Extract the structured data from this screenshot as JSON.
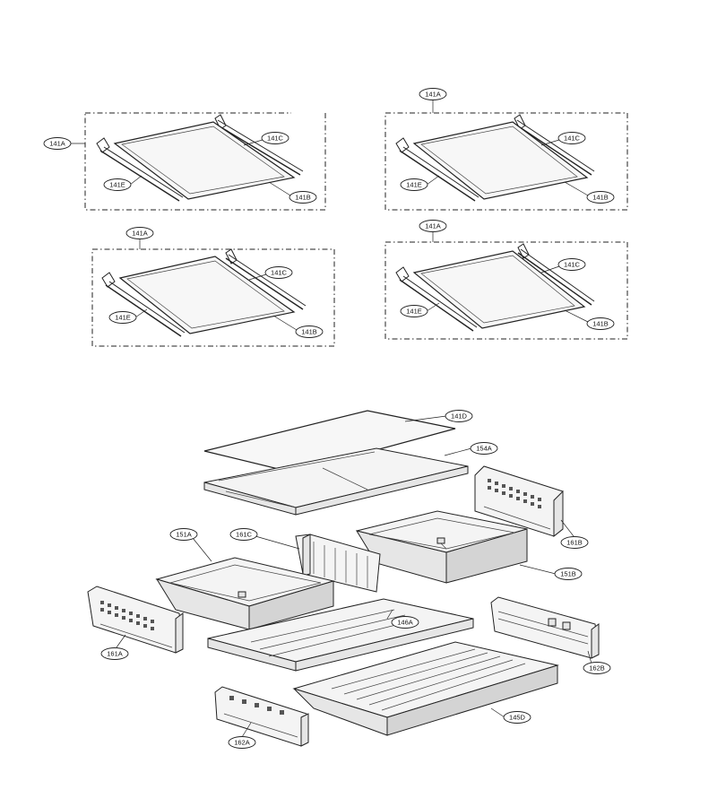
{
  "labels": {
    "shelf1": {
      "frame": "141A",
      "rail": "141C",
      "side": "141E",
      "glass": "141B"
    },
    "shelf2": {
      "frame": "141A",
      "rail": "141C",
      "side": "141E",
      "glass": "141B"
    },
    "shelf3": {
      "frame": "141A",
      "rail": "141C",
      "side": "141E",
      "glass": "141B"
    },
    "shelf4": {
      "frame": "141A",
      "rail": "141C",
      "side": "141E",
      "glass": "141B"
    },
    "bottom": {
      "glass_top": "141D",
      "cover_frame": "154A",
      "rail_right_top": "161B",
      "divider": "161C",
      "crisper_left": "151A",
      "crisper_right": "151B",
      "rail_left": "161A",
      "cover_mid": "146A",
      "rail_right_bottom": "162B",
      "bottom_drawer": "145D",
      "rail_bottom_left": "162A"
    }
  }
}
